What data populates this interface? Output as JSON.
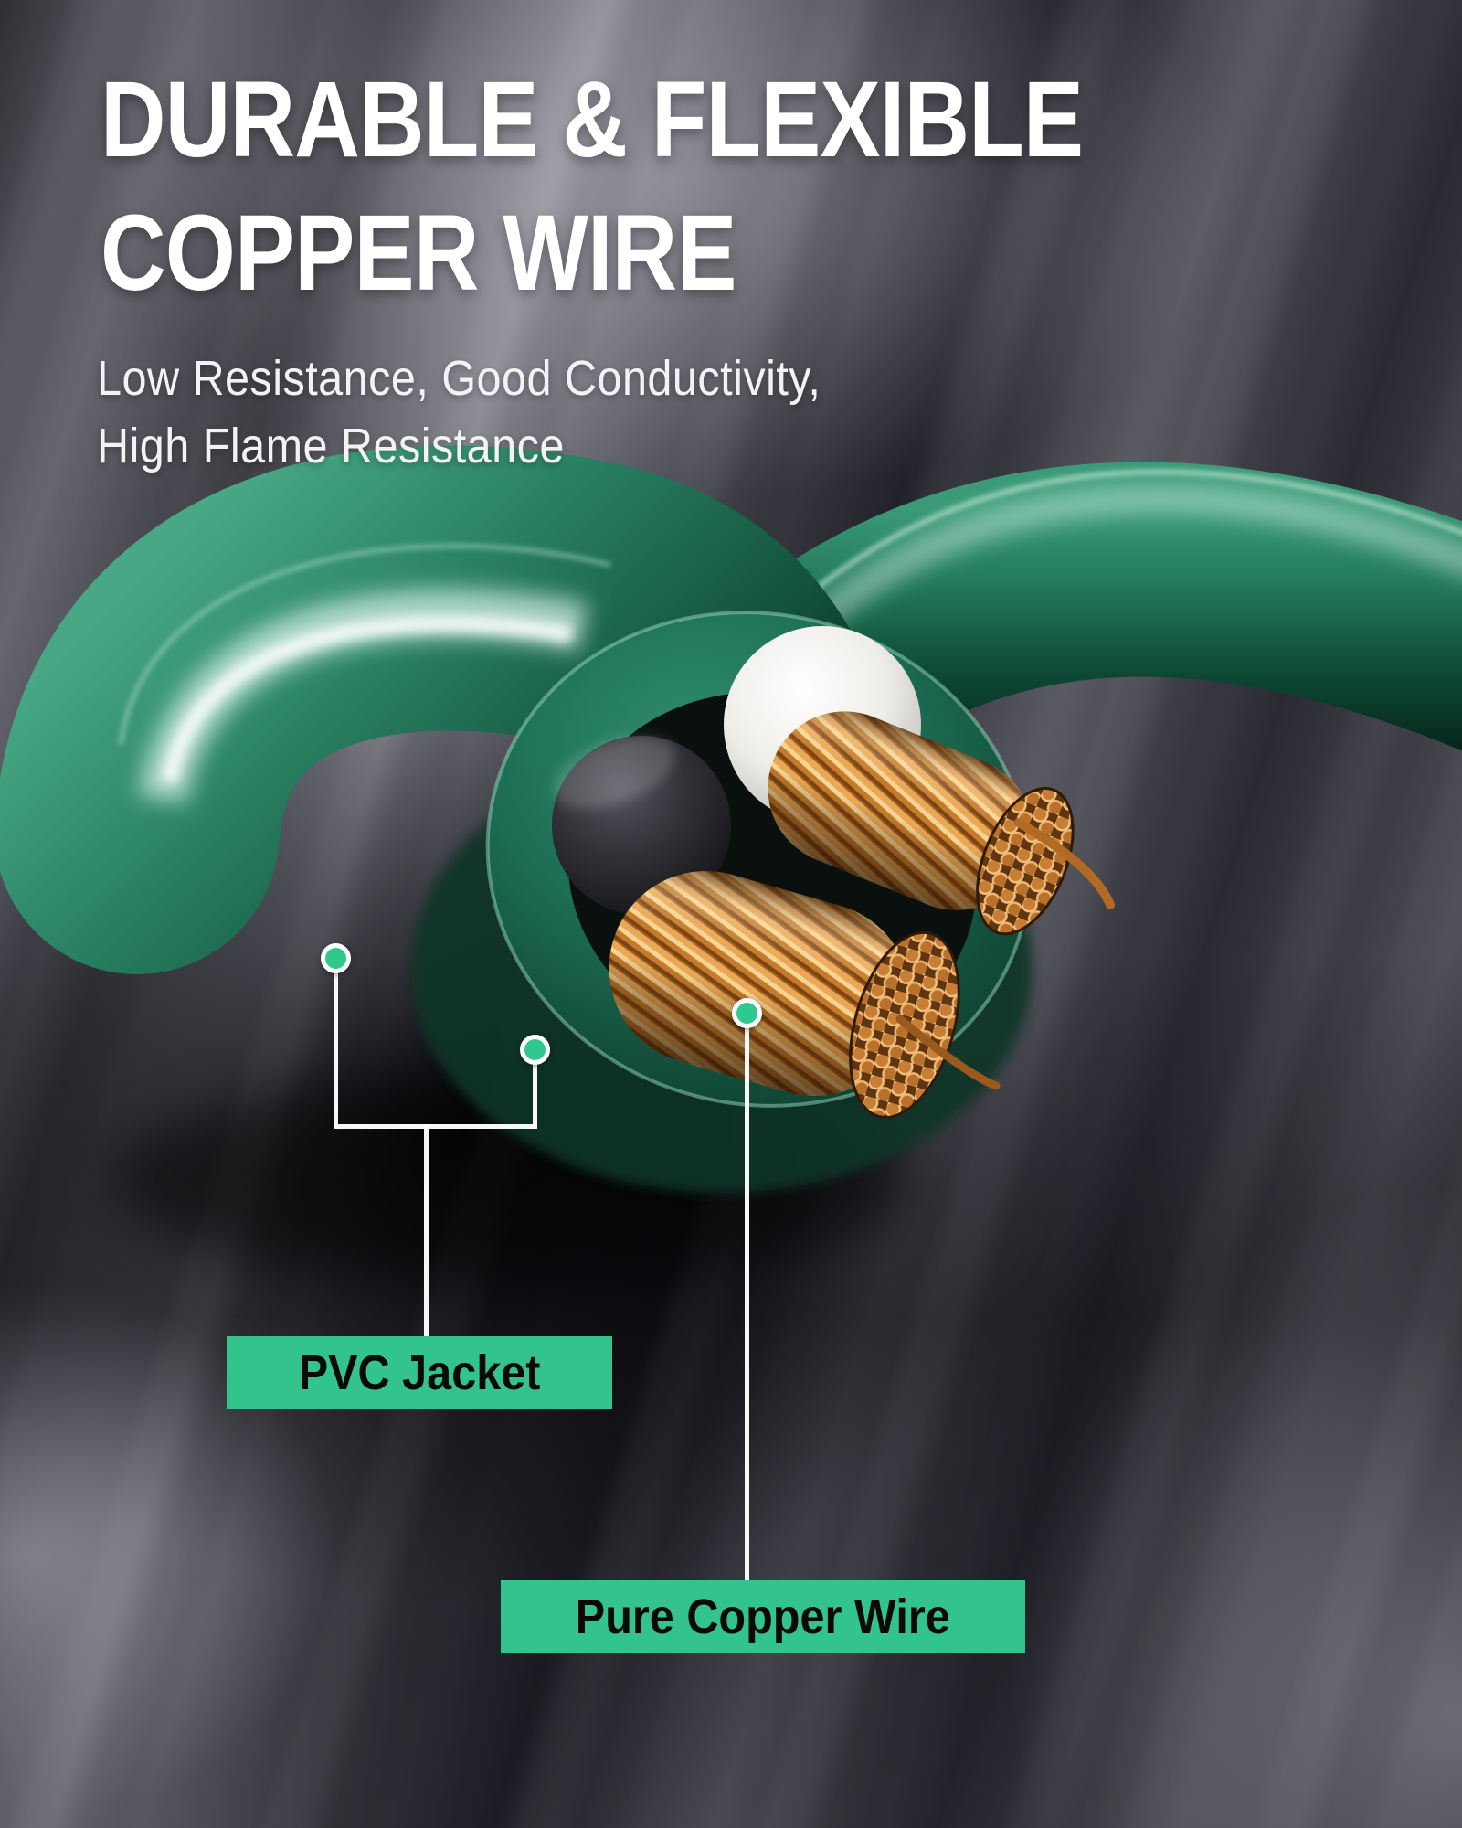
{
  "poster": {
    "title_line1": "DURABLE & FLEXIBLE",
    "title_line2": "COPPER WIRE",
    "subtitle_line1": "Low Resistance, Good Conductivity,",
    "subtitle_line2": "High Flame Resistance",
    "labels": {
      "pvc": "PVC Jacket",
      "copper": "Pure Copper Wire"
    },
    "colors": {
      "accent_green": "#32c48c",
      "dot_green": "#2fc98d",
      "label_text": "#0a0a0a",
      "callout_line": "#ffffff",
      "jacket_green": "#1c6b52",
      "copper": "#d9903f",
      "title_text": "#ffffff"
    }
  }
}
